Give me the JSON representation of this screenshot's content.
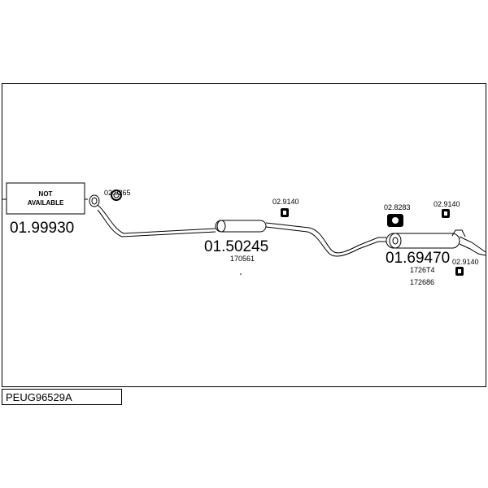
{
  "diagram": {
    "placeholder_box_text": [
      "NOT",
      "AVAILABLE"
    ],
    "parts": {
      "front_pipe": "01.99930",
      "middle_silencer": "01.50245",
      "middle_silencer_ref": "170561",
      "rear_silencer": "01.69470",
      "rear_silencer_ref1": "1726T4",
      "rear_silencer_ref2": "172686"
    },
    "fittings": {
      "ring": "02.9265",
      "hanger_mid": "02.9140",
      "clamp_block": "02.8283",
      "hanger_rear_top": "02.9140",
      "hanger_rear_bottom": "02.9140"
    }
  },
  "footer": {
    "vehicle_code": "PEUG96529A"
  }
}
